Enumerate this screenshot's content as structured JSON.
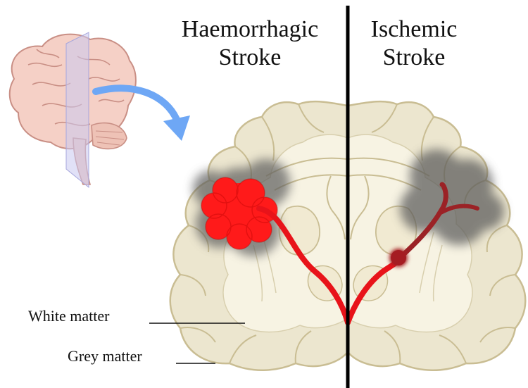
{
  "headings": {
    "left": {
      "line1": "Haemorrhagic",
      "line2": "Stroke"
    },
    "right": {
      "line1": "Ischemic",
      "line2": "Stroke"
    }
  },
  "labels": {
    "white_matter": "White matter",
    "grey_matter": "Grey matter"
  },
  "colors": {
    "background": "#ffffff",
    "grey_matter": "#ece6cf",
    "white_matter": "#f7f3e3",
    "brain_outline": "#c9bd93",
    "haemorrhage": "#ff1a1a",
    "haemorrhage_halo": "#5d5d5d",
    "vessel": "#e8131a",
    "ischemic_vessel": "#9b2226",
    "clot": "#a51c22",
    "ischemic_area": "#5a5a5a",
    "divider": "#000000",
    "arrow": "#6ea7f5",
    "brain_icon": "#f5d0c6",
    "plane": "#c8c8f0"
  }
}
